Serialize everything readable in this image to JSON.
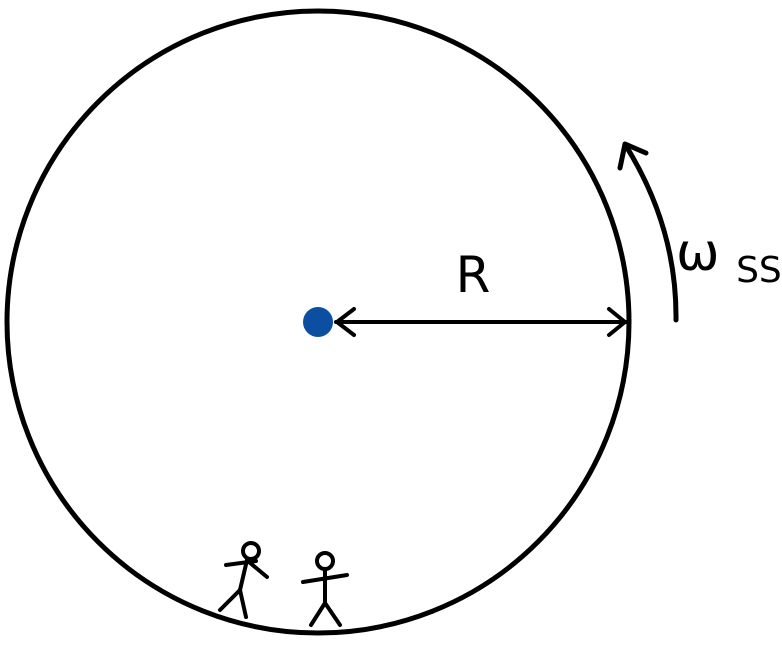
{
  "labels": {
    "radius": "R",
    "omega_symbol": "ω",
    "omega_subscript": "SS"
  },
  "colors": {
    "outline": "#000000",
    "center_dot": "#0b4ea2",
    "background": "#ffffff"
  },
  "figures": {
    "walking_person": "walking-stick-figure",
    "standing_person": "standing-stick-figure"
  }
}
